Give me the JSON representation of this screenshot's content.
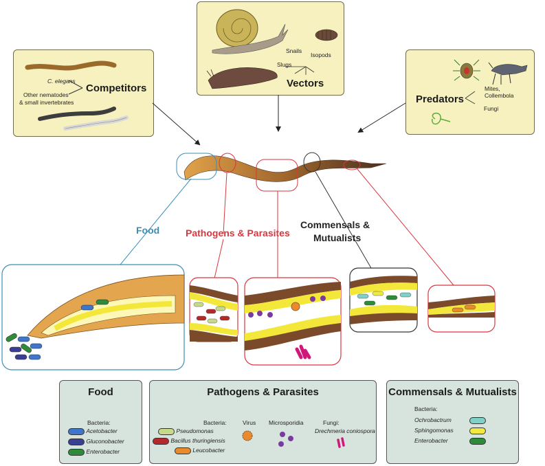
{
  "competitors": {
    "title": "Competitors",
    "item1": "C. elegans",
    "item2": "Other nematodes",
    "item3": "& small invertebrates"
  },
  "vectors": {
    "title": "Vectors",
    "item_snails": "Snails",
    "item_isopods": "Isopods",
    "item_slugs": "Slugs"
  },
  "predators": {
    "title": "Predators",
    "item_mites1": "Mites,",
    "item_mites2": "Collembola",
    "item_fungi": "Fungi"
  },
  "categories": {
    "food": "Food",
    "pathogens": "Pathogens & Parasites",
    "commensals1": "Commensals &",
    "commensals2": "Mutualists"
  },
  "legend": {
    "food": {
      "title": "Food",
      "bacteria_label": "Bacteria:",
      "items": [
        "Acetobacter",
        "Gluconobacter",
        "Enterobacter"
      ]
    },
    "pathogens": {
      "title": "Pathogens & Parasites",
      "bacteria_label": "Bacteria:",
      "bacteria": [
        "Pseudomonas",
        "Bacillus thuringiensis",
        "Leucobacter"
      ],
      "virus_label": "Virus",
      "microsporidia_label": "Microsporidia",
      "fungi_label": "Fungi:",
      "fungi_species": "Drechmeria coniospora"
    },
    "commensals": {
      "title": "Commensals & Mutualists",
      "bacteria_label": "Bacteria:",
      "items": [
        "Ochrobactrum",
        "Sphingomonas",
        "Enterobacter"
      ]
    }
  },
  "colors": {
    "food": "#3a8fb7",
    "pathogens": "#d9363e",
    "commensals": "#222222",
    "acetobacter": "#3f76c9",
    "gluconobacter": "#3b3f93",
    "enterobacter": "#2e8b3a",
    "pseudomonas": "#c8d98a",
    "bacillus": "#b42a2a",
    "leucobacter": "#e98a2c",
    "ochrobactrum": "#7fd1c8",
    "sphingomonas": "#f1ea3c"
  }
}
